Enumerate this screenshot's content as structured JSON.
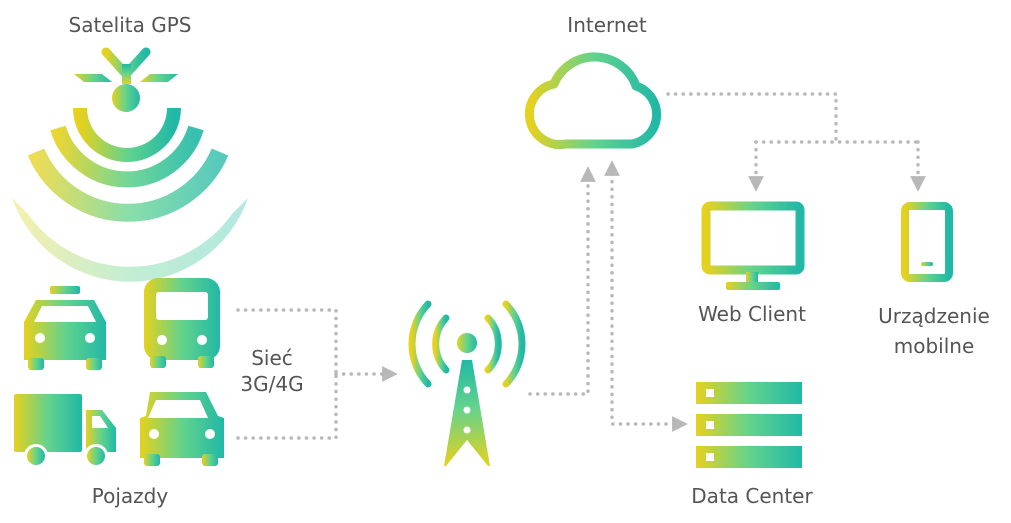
{
  "labels": {
    "gps": "Satelita GPS",
    "internet": "Internet",
    "network_line1": "Sieć",
    "network_line2": "3G/4G",
    "vehicles": "Pojazdy",
    "web_client": "Web Client",
    "mobile_line1": "Urządzenie",
    "mobile_line2": "mobilne",
    "data_center": "Data Center"
  },
  "colors": {
    "gradient_start": "#e6d11e",
    "gradient_mid": "#63d38d",
    "gradient_end": "#21b8a6",
    "connector": "#b8b8b8",
    "label_text": "#555555"
  },
  "icons": [
    "satellite-icon",
    "cloud-icon",
    "taxi-icon",
    "bus-icon",
    "truck-icon",
    "car-icon",
    "cell-tower-icon",
    "monitor-icon",
    "smartphone-icon",
    "server-rack-icon"
  ]
}
